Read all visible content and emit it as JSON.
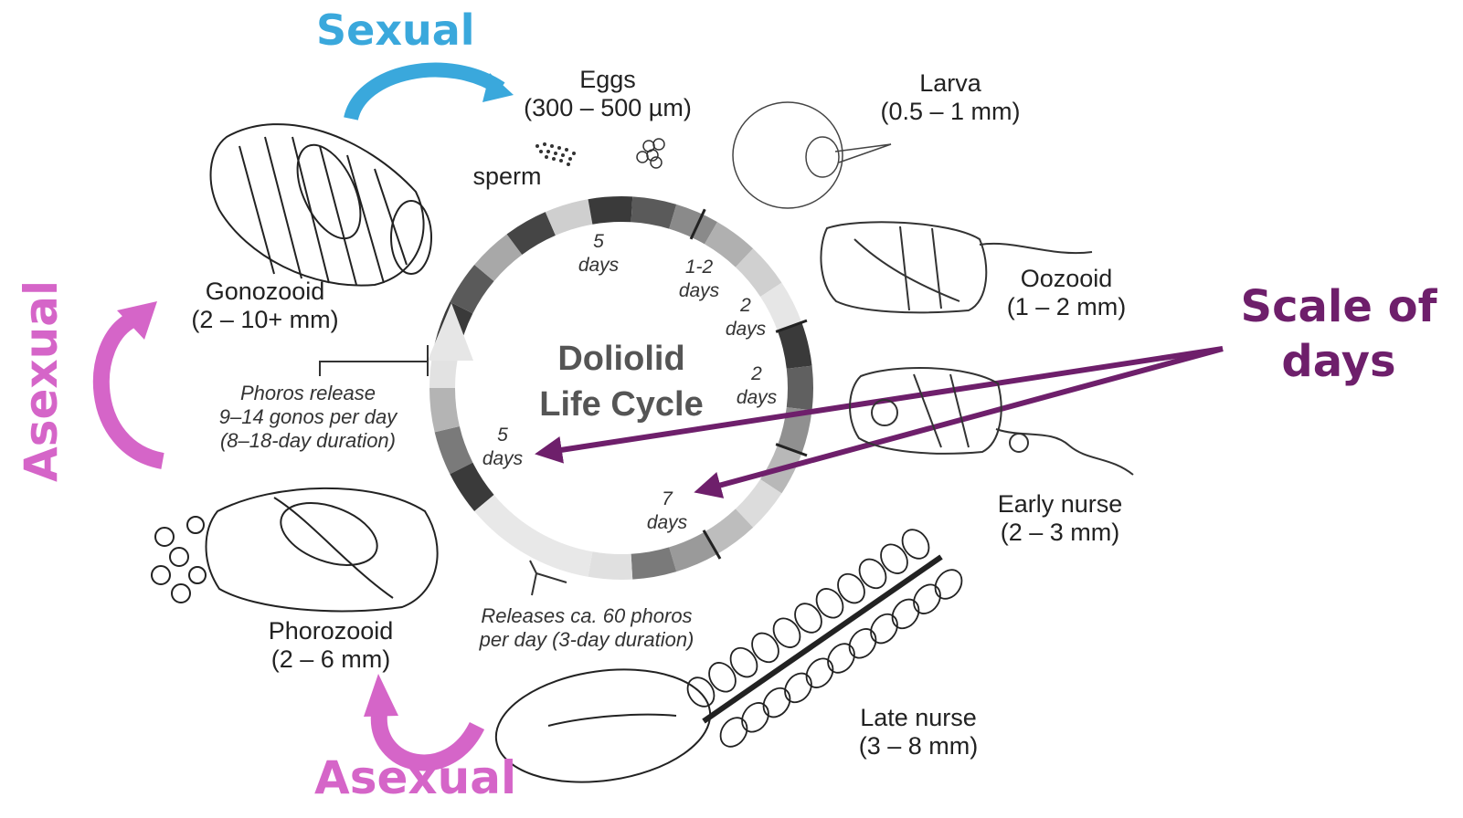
{
  "title": {
    "line1": "Doliolid",
    "line2": "Life Cycle"
  },
  "stages": {
    "eggs": {
      "name": "Eggs",
      "size": "(300 – 500 µm)"
    },
    "sperm": {
      "name": "sperm"
    },
    "larva": {
      "name": "Larva",
      "size": "(0.5 – 1 mm)"
    },
    "oozooid": {
      "name": "Oozooid",
      "size": "(1 – 2 mm)"
    },
    "early_nurse": {
      "name": "Early nurse",
      "size": "(2 – 3 mm)"
    },
    "late_nurse": {
      "name": "Late nurse",
      "size": "(3 – 8 mm)"
    },
    "phorozooid": {
      "name": "Phorozooid",
      "size": "(2 – 6 mm)"
    },
    "gonozooid": {
      "name": "Gonozooid",
      "size": "(2 – 10+ mm)"
    }
  },
  "durations": {
    "top": {
      "num": "5",
      "unit": "days"
    },
    "d1": {
      "num": "1-2",
      "unit": "days"
    },
    "d2": {
      "num": "2",
      "unit": "days"
    },
    "d3": {
      "num": "2",
      "unit": "days"
    },
    "d4": {
      "num": "7",
      "unit": "days"
    },
    "d5": {
      "num": "5",
      "unit": "days"
    }
  },
  "notes": {
    "phoros_release": {
      "line1": "Phoros release",
      "line2": "9–14 gonos per day",
      "line3": "(8–18-day duration)"
    },
    "releases": {
      "line1": "Releases ca. 60 phoros",
      "line2": "per day (3-day duration)"
    }
  },
  "annotations": {
    "sexual": "Sexual",
    "asexual_left": "Asexual",
    "asexual_bottom": "Asexual",
    "scale_line1": "Scale of",
    "scale_line2": "days"
  },
  "colors": {
    "sexual": "#3aa8dc",
    "asexual": "#d565c8",
    "scale": "#6e1f6b"
  }
}
